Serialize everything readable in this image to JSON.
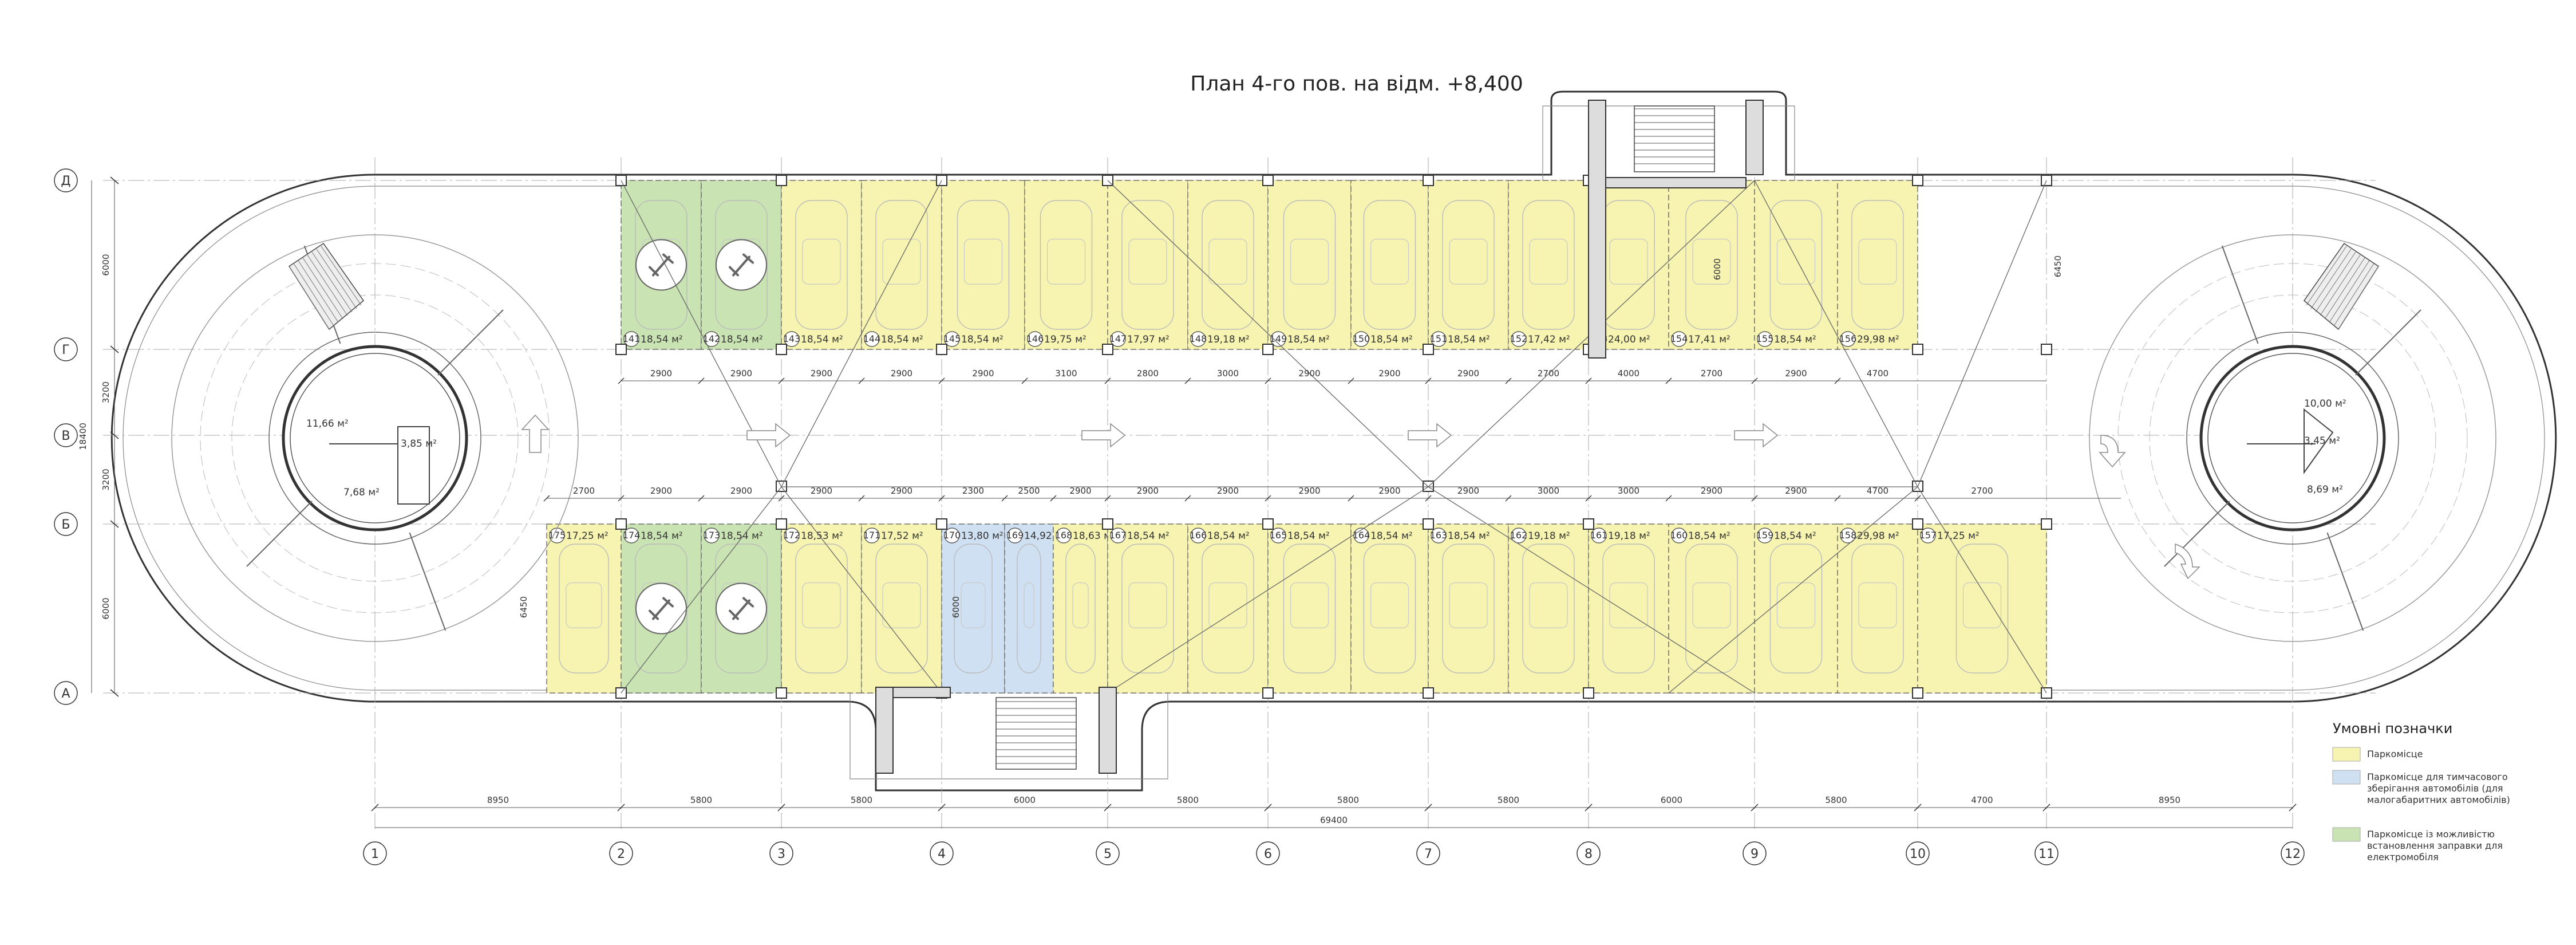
{
  "title": "План 4-го пов. на відм. +8,400",
  "colors": {
    "parking": "#f6f4b0",
    "small_car": "#cfe0f2",
    "ev": "#c9e3b2",
    "line": "#555555",
    "wall": "#333333"
  },
  "rows": [
    {
      "label": "Д"
    },
    {
      "label": "Г"
    },
    {
      "label": "В"
    },
    {
      "label": "Б"
    },
    {
      "label": "А"
    }
  ],
  "row_dims": [
    "6000",
    "3200",
    "3200",
    "6000"
  ],
  "row_total": "18400",
  "cols": [
    {
      "label": "1"
    },
    {
      "label": "2"
    },
    {
      "label": "3"
    },
    {
      "label": "4"
    },
    {
      "label": "5"
    },
    {
      "label": "6"
    },
    {
      "label": "7"
    },
    {
      "label": "8"
    },
    {
      "label": "9"
    },
    {
      "label": "10"
    },
    {
      "label": "11"
    },
    {
      "label": "12"
    }
  ],
  "col_dims": [
    "8950",
    "5800",
    "5800",
    "6000",
    "5800",
    "5800",
    "5800",
    "6000",
    "5800",
    "4700",
    "8950"
  ],
  "col_total": "69400",
  "top_dims": [
    "2900",
    "2900",
    "2900",
    "2900",
    "2900",
    "3100",
    "2800",
    "3000",
    "2900",
    "2900",
    "2900",
    "2700",
    "4000",
    "2700",
    "2900",
    "4700"
  ],
  "bottom_dims": [
    "2700",
    "2900",
    "2900",
    "2900",
    "2900",
    "2300",
    "2500",
    "2900",
    "2900",
    "2900",
    "2900",
    "2900",
    "2900",
    "3000",
    "3000",
    "2900",
    "2900",
    "4700",
    "2700"
  ],
  "side_dims": {
    "left": "6450",
    "right_top": "6450",
    "core_top": "6000",
    "core_bottom": "6000"
  },
  "top_spaces": [
    {
      "num": "141",
      "area": "18,54 м²",
      "type": "ev"
    },
    {
      "num": "142",
      "area": "18,54 м²",
      "type": "ev"
    },
    {
      "num": "143",
      "area": "18,54 м²",
      "type": "parking"
    },
    {
      "num": "144",
      "area": "18,54 м²",
      "type": "parking"
    },
    {
      "num": "145",
      "area": "18,54 м²",
      "type": "parking"
    },
    {
      "num": "146",
      "area": "19,75 м²",
      "type": "parking"
    },
    {
      "num": "147",
      "area": "17,97 м²",
      "type": "parking"
    },
    {
      "num": "148",
      "area": "19,18 м²",
      "type": "parking"
    },
    {
      "num": "149",
      "area": "18,54 м²",
      "type": "parking"
    },
    {
      "num": "150",
      "area": "18,54 м²",
      "type": "parking"
    },
    {
      "num": "151",
      "area": "18,54 м²",
      "type": "parking"
    },
    {
      "num": "152",
      "area": "17,42 м²",
      "type": "parking"
    },
    {
      "num": "153",
      "area": "24,00 м²",
      "type": "parking"
    },
    {
      "num": "154",
      "area": "17,41 м²",
      "type": "parking"
    },
    {
      "num": "155",
      "area": "18,54 м²",
      "type": "parking"
    },
    {
      "num": "156",
      "area": "29,98 м²",
      "type": "parking"
    }
  ],
  "bottom_spaces": [
    {
      "num": "175",
      "area": "17,25 м²",
      "type": "parking"
    },
    {
      "num": "174",
      "area": "18,54 м²",
      "type": "ev"
    },
    {
      "num": "173",
      "area": "18,54 м²",
      "type": "ev"
    },
    {
      "num": "172",
      "area": "18,53 м²",
      "type": "parking"
    },
    {
      "num": "171",
      "area": "17,52 м²",
      "type": "parking"
    },
    {
      "num": "170",
      "area": "13,80 м²",
      "type": "small_car"
    },
    {
      "num": "169",
      "area": "14,92 м²",
      "type": "small_car"
    },
    {
      "num": "168",
      "area": "18,63 м²",
      "type": "parking"
    },
    {
      "num": "167",
      "area": "18,54 м²",
      "type": "parking"
    },
    {
      "num": "166",
      "area": "18,54 м²",
      "type": "parking"
    },
    {
      "num": "165",
      "area": "18,54 м²",
      "type": "parking"
    },
    {
      "num": "164",
      "area": "18,54 м²",
      "type": "parking"
    },
    {
      "num": "163",
      "area": "18,54 м²",
      "type": "parking"
    },
    {
      "num": "162",
      "area": "19,18 м²",
      "type": "parking"
    },
    {
      "num": "161",
      "area": "19,18 м²",
      "type": "parking"
    },
    {
      "num": "160",
      "area": "18,54 м²",
      "type": "parking"
    },
    {
      "num": "159",
      "area": "18,54 м²",
      "type": "parking"
    },
    {
      "num": "158",
      "area": "29,98 м²",
      "type": "parking"
    },
    {
      "num": "157",
      "area": "17,25 м²",
      "type": "parking"
    }
  ],
  "room_labels": {
    "left_a": "11,66 м²",
    "left_b": "3,85 м²",
    "left_c": "7,68 м²",
    "right_a": "10,00 м²",
    "right_b": "3,45 м²",
    "right_c": "8,69 м²"
  },
  "legend": {
    "title": "Умовні позначки",
    "items": [
      {
        "type": "parking",
        "text": [
          "Паркомісце"
        ]
      },
      {
        "type": "small_car",
        "text": [
          "Паркомісце для тимчасового",
          "зберігання автомобілів (для",
          "малогабаритних автомобілів)"
        ]
      },
      {
        "type": "ev",
        "text": [
          "Паркомісце із можливістю",
          "встановлення заправки для",
          "електромобіля"
        ]
      }
    ]
  }
}
